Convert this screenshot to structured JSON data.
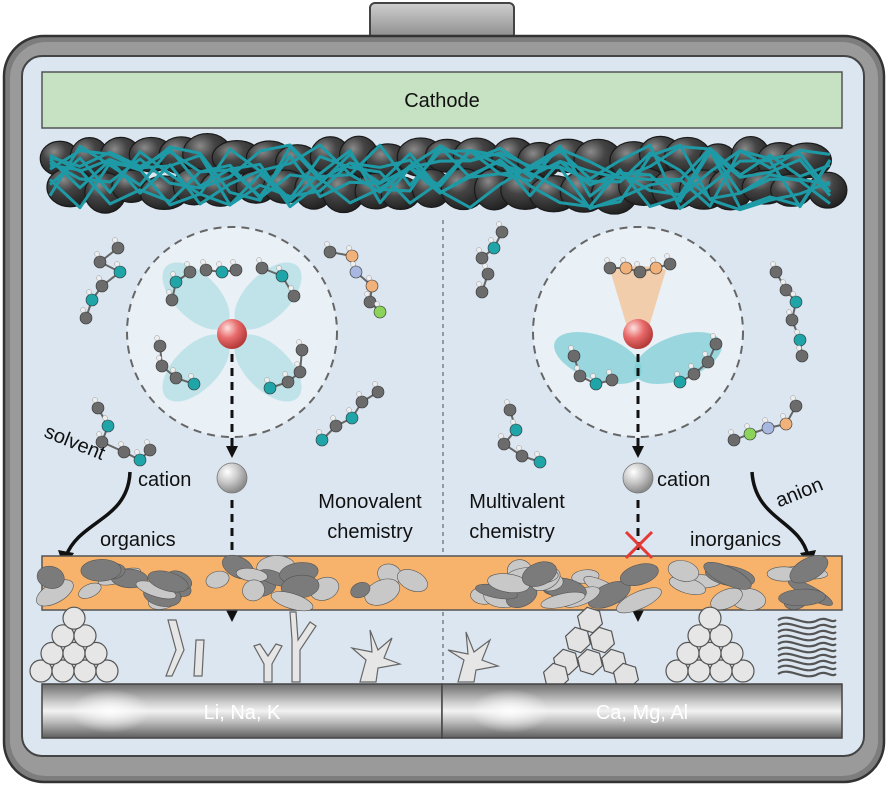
{
  "cathode": {
    "label": "Cathode"
  },
  "left": {
    "anode_label": "Li, Na, K",
    "chemistry_line1": "Monovalent",
    "chemistry_line2": "chemistry",
    "cation_label": "cation",
    "solvent_label": "solvent",
    "sei_label": "organics"
  },
  "right": {
    "anode_label": "Ca, Mg, Al",
    "chemistry_line1": "Multivalent",
    "chemistry_line2": "chemistry",
    "cation_label": "cation",
    "anion_label": "anion",
    "sei_label": "inorganics"
  },
  "colors": {
    "casing": "#7a7a7a",
    "interior": "#dde7f0",
    "cathode_fill": "#c5e2c2",
    "carbon_particle": "#3e3e3e",
    "binder_fiber": "#1e9aa6",
    "sei_layer": "#f5b06a",
    "cation": "#e05c5c",
    "solvation_lobe": "#8fd3dc",
    "anion_lobe": "#f2c49a",
    "block_x": "#e53935"
  }
}
